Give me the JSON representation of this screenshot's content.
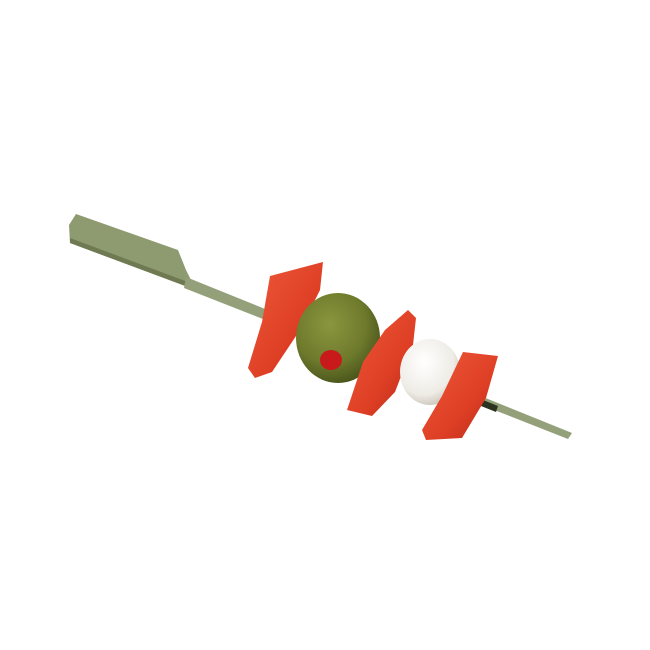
{
  "scene": {
    "background_color": "#ffffff",
    "items": [
      "bamboo-skewer",
      "red-pepper-piece",
      "stuffed-green-olive",
      "red-pepper-piece",
      "mozzarella-ball",
      "red-pepper-piece"
    ],
    "colors": {
      "skewer": "#8e9a70",
      "skewer_shade": "#6f7a52",
      "pepper": "#e2442a",
      "pepper_dark": "#b82a17",
      "olive": "#6f7b2c",
      "olive_dark": "#4e5a1c",
      "pimento": "#c8191b",
      "mozzarella": "#f1efea",
      "mozzarella_shade": "#cfcac0"
    }
  }
}
